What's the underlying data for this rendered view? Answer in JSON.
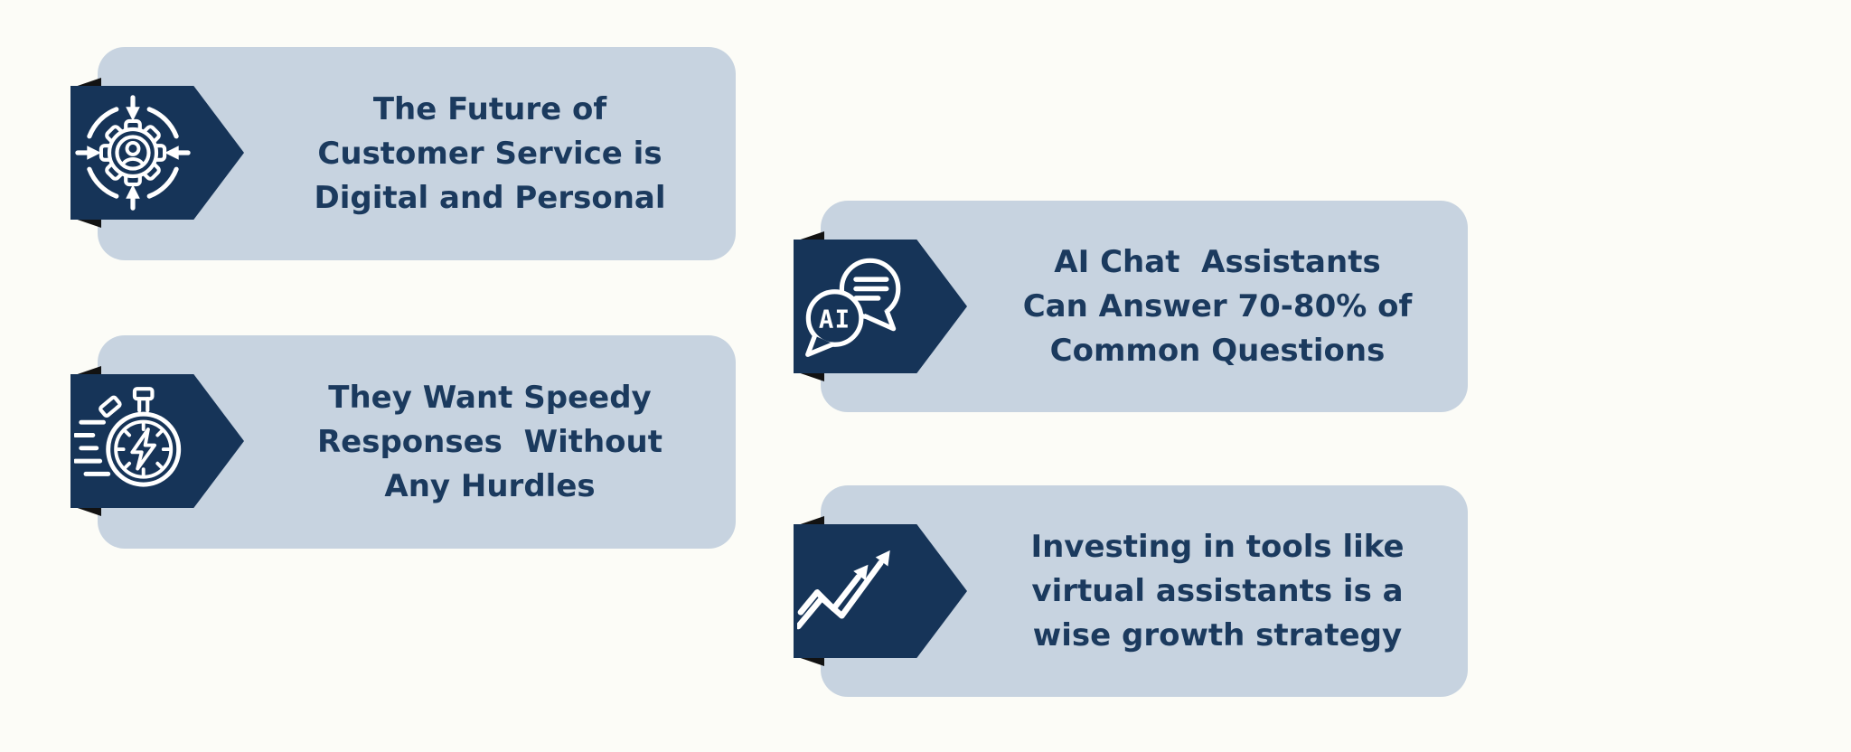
{
  "colors": {
    "background": "#fcfcf7",
    "card": "#c7d3e0",
    "badge": "#163458",
    "text": "#1b3a5e",
    "shadow": "#121212",
    "stroke": "#ffffff"
  },
  "cards": [
    {
      "name": "future-of-customer-service",
      "icon": "user-gear-sync-icon",
      "lines": [
        "The Future of",
        "Customer Service is",
        "Digital and Personal"
      ]
    },
    {
      "name": "speedy-responses",
      "icon": "speed-stopwatch-icon",
      "lines": [
        "They Want Speedy",
        "Responses  Without",
        "Any Hurdles"
      ]
    },
    {
      "name": "ai-chat-assistants",
      "icon": "ai-chat-bubbles-icon",
      "lines": [
        "AI Chat  Assistants",
        "Can Answer 70-80% of",
        "Common Questions"
      ]
    },
    {
      "name": "investing-growth-strategy",
      "icon": "growth-arrows-icon",
      "lines": [
        "Investing in tools like",
        "virtual assistants is a",
        "wise growth strategy"
      ]
    }
  ],
  "icons": {
    "ai_bubble_label": "AI"
  }
}
